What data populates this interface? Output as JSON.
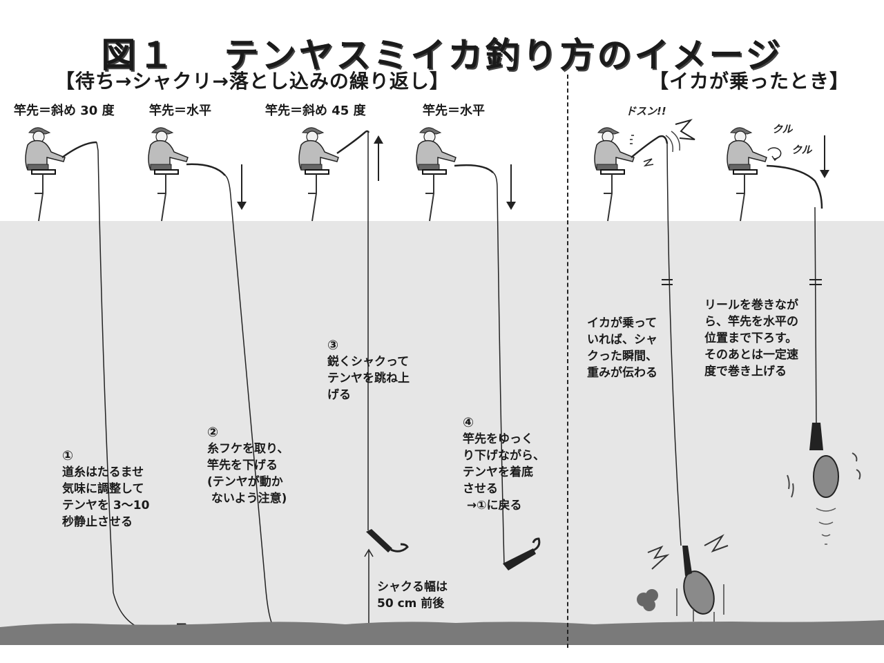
{
  "title": {
    "figure": "図１",
    "text": "テンヤスミイカ釣り方のイメージ"
  },
  "sections": {
    "left": {
      "heading": "【待ち→シャクリ→落とし込みの繰り返し】",
      "rod_positions": [
        {
          "label": "竿先＝斜め 30 度"
        },
        {
          "label": "竿先＝水平"
        },
        {
          "label": "竿先＝斜め 45 度"
        },
        {
          "label": "竿先＝水平"
        }
      ],
      "steps": [
        {
          "number": "①",
          "text": "道糸はたるませ\n気味に調整して\nテンヤを 3～10\n秒静止させる"
        },
        {
          "number": "②",
          "text": "糸フケを取り、\n竿先を下げる\n(テンヤが動か\n ないよう注意)"
        },
        {
          "number": "③",
          "text": "鋭くシャクって\nテンヤを跳ね上\nげる"
        },
        {
          "number": "④",
          "text": "竿先をゆっく\nり下げながら、\nテンヤを着底\nさせる\n →①に戻る"
        }
      ],
      "jerk_width": "シャクる幅は\n50 cm 前後"
    },
    "right": {
      "heading": "【イカが乗ったとき】",
      "sound_effects": {
        "hit": "ドスン!!",
        "reel": [
          "クル",
          "クル"
        ]
      },
      "notes": [
        {
          "text": "イカが乗って\nいれば、シャ\nクった瞬間、\n重みが伝わる"
        },
        {
          "text": "リールを巻きなが\nら、竿先を水平の\n位置まで下ろす。\nそのあとは一定速\n度で巻き上げる"
        }
      ]
    }
  },
  "colors": {
    "sea": "#e6e6e6",
    "seabed": "#7a7a7a",
    "ink": "#1a1a1a",
    "figure_gray": "#bdbdbd"
  }
}
